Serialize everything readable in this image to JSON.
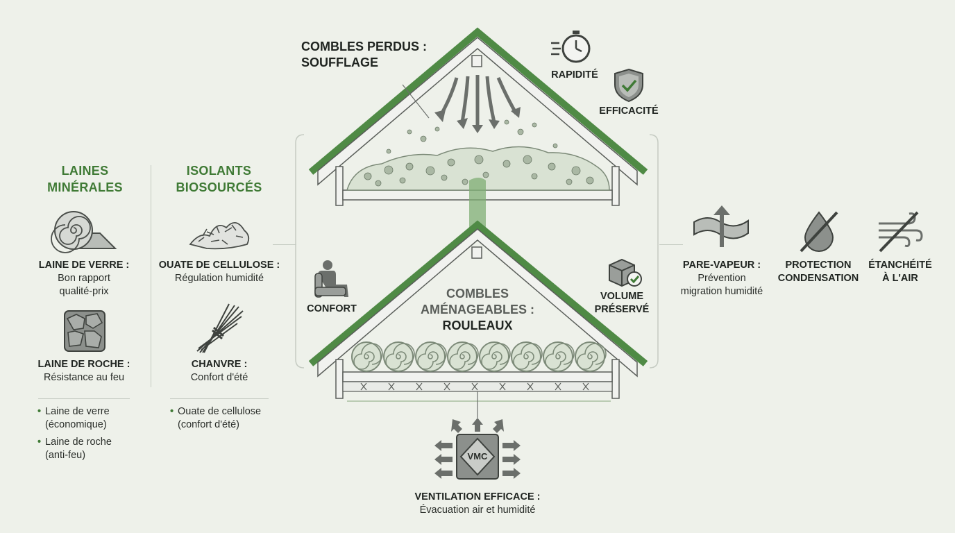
{
  "left": {
    "mineral_title_1": "LAINES",
    "mineral_title_2": "MINÉRALES",
    "bio_title_1": "ISOLANTS",
    "bio_title_2": "BIOSOURCÉS",
    "glass_title": "LAINE DE VERRE :",
    "glass_desc_1": "Bon rapport",
    "glass_desc_2": "qualité-prix",
    "rock_title": "LAINE DE ROCHE :",
    "rock_desc": "Résistance au feu",
    "cellulose_title": "OUATE DE CELLULOSE :",
    "cellulose_desc": "Régulation humidité",
    "hemp_title": "CHANVRE :",
    "hemp_desc": "Confort d'été",
    "mineral_bullets": [
      {
        "l1": "Laine de verre",
        "l2": "(économique)"
      },
      {
        "l1": "Laine de roche",
        "l2": "(anti-feu)"
      }
    ],
    "bio_bullets": [
      {
        "l1": "Ouate de cellulose",
        "l2": "(confort d'été)"
      }
    ]
  },
  "center": {
    "top_title_1": "COMBLES PERDUS :",
    "top_title_2": "SOUFFLAGE",
    "speed": "RAPIDITÉ",
    "efficiency": "EFFICACITÉ",
    "comfort": "CONFORT",
    "volume_1": "VOLUME",
    "volume_2": "PRÉSERVÉ",
    "bottom_title_1": "COMBLES",
    "bottom_title_2": "AMÉNAGEABLES :",
    "bottom_title_3": "ROULEAUX",
    "vmc_label": "VMC",
    "vent_title": "VENTILATION EFFICACE :",
    "vent_desc": "Évacuation air et humidité"
  },
  "right": {
    "vapor_title": "PARE-VAPEUR :",
    "vapor_desc_1": "Prévention",
    "vapor_desc_2": "migration humidité",
    "condensation_1": "PROTECTION",
    "condensation_2": "CONDENSATION",
    "airtight_1": "ÉTANCHÉITÉ",
    "airtight_2": "À L'AIR"
  },
  "colors": {
    "green": "#3f7a35",
    "roof": "#4f8a45",
    "gray": "#6b6f6b",
    "background": "#eef1ea"
  },
  "icons": [
    "rolled-wool-icon",
    "rock-wool-icon",
    "cellulose-flakes-icon",
    "hemp-bundle-icon",
    "stopwatch-icon",
    "shield-check-icon",
    "armchair-person-icon",
    "box-check-icon",
    "vapor-barrier-icon",
    "no-drop-icon",
    "no-wind-icon",
    "vmc-unit-icon"
  ]
}
